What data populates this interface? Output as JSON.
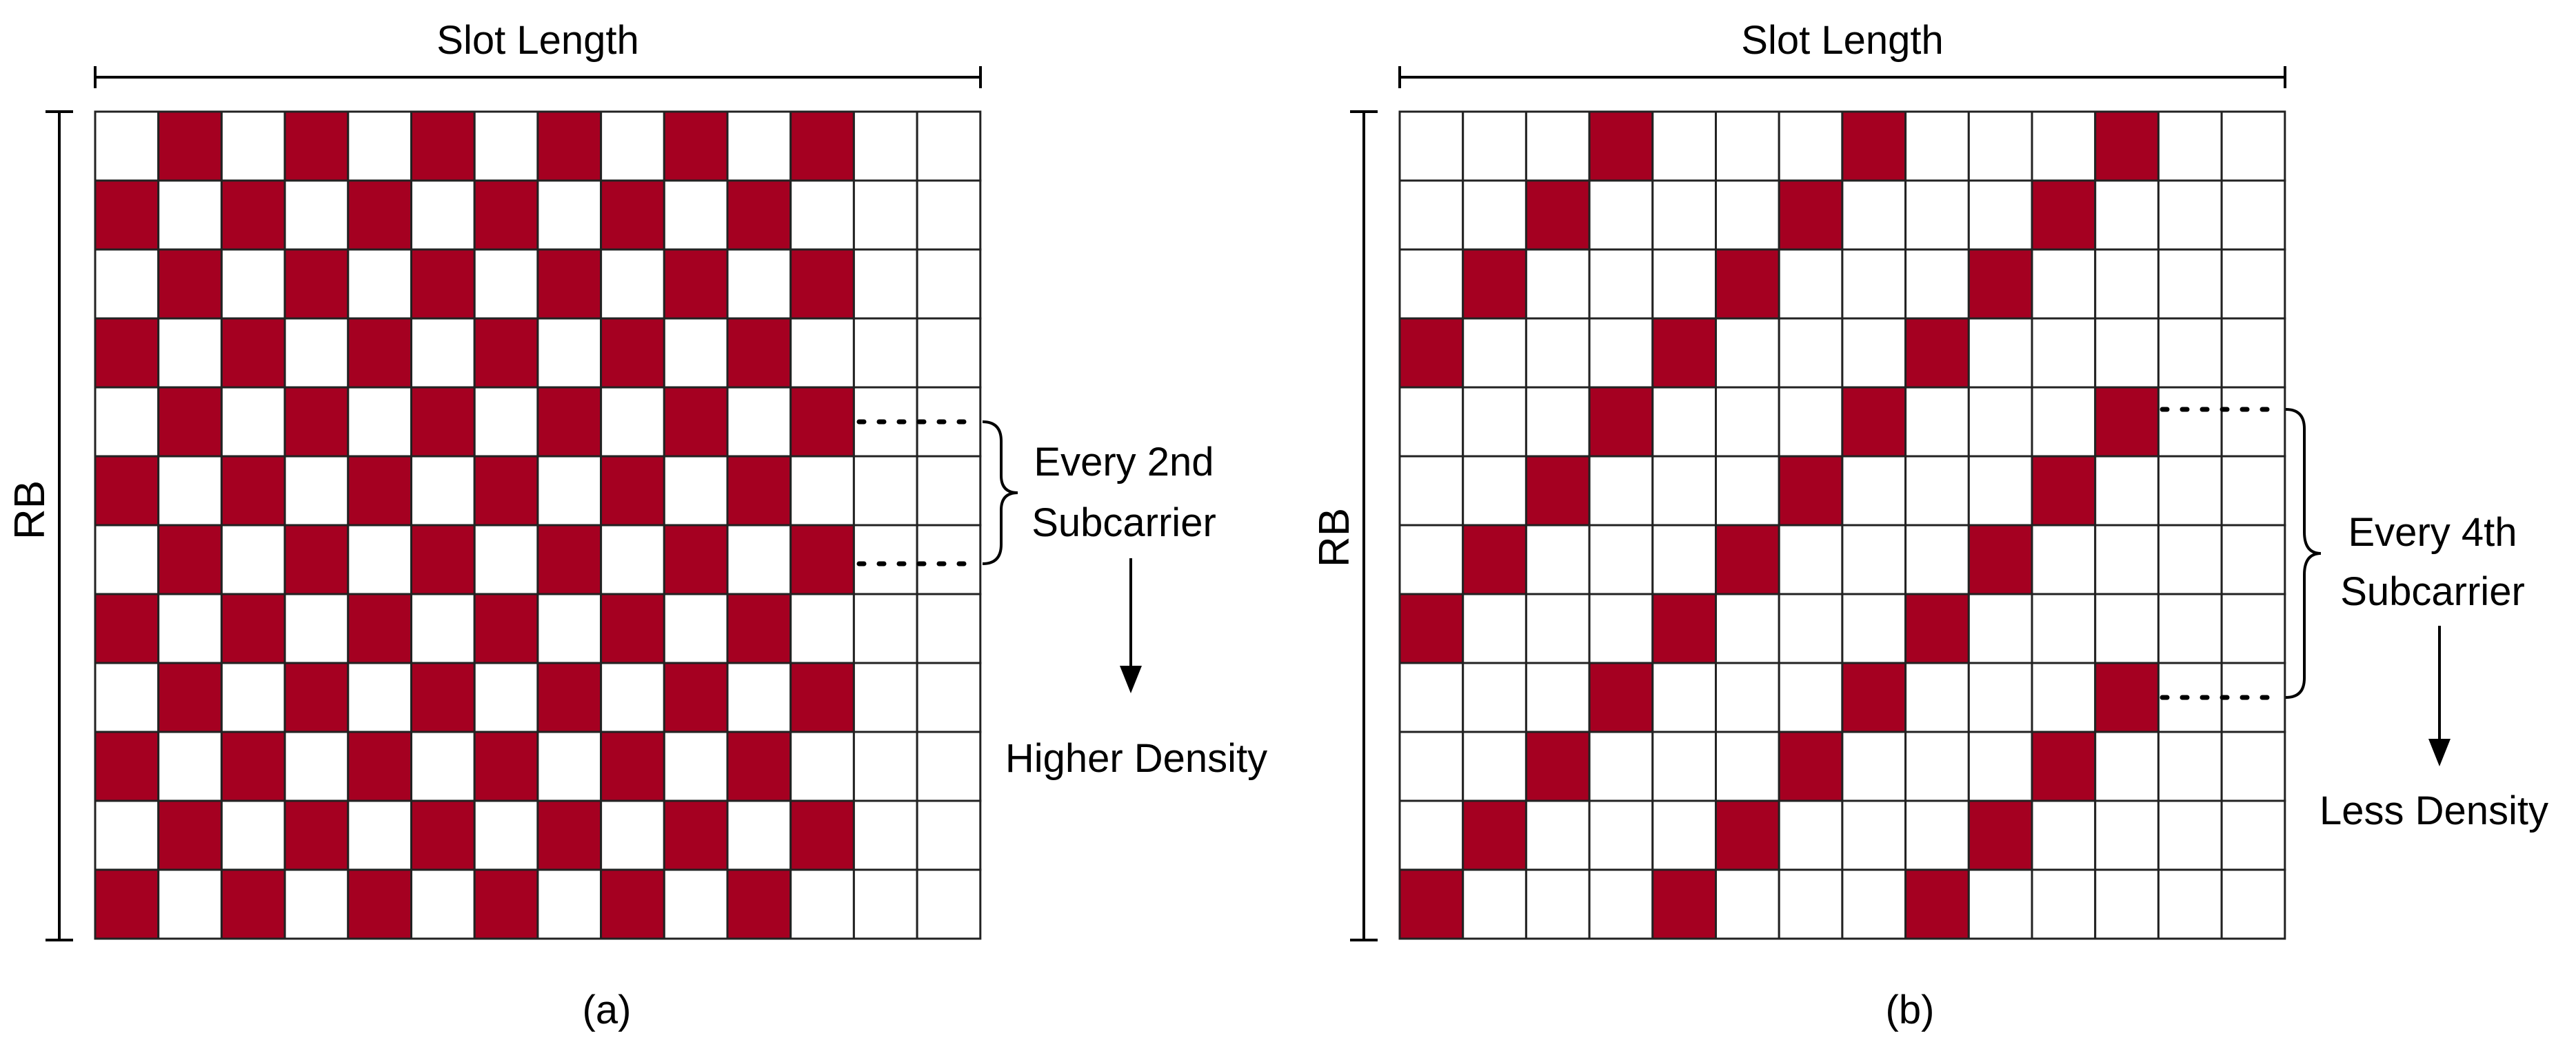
{
  "panels": [
    {
      "id": "a",
      "label": "(a)",
      "top_label": "Slot Length",
      "side_label": "RB",
      "rows": 12,
      "cols": 14,
      "pilot_rule": "row parity checkerboard over first 12 columns",
      "annotation_line1": "Every 2nd",
      "annotation_line2": "Subcarrier",
      "result_label": "Higher Density"
    },
    {
      "id": "b",
      "label": "(b)",
      "top_label": "Slot Length",
      "side_label": "RB",
      "rows": 12,
      "cols": 14,
      "pilot_rule": "every 4th column with diagonal shift",
      "annotation_line1": "Every 4th",
      "annotation_line2": "Subcarrier",
      "result_label": "Less Density"
    }
  ],
  "colors": {
    "pilot": "#a50021",
    "grid": "#222222",
    "empty": "#ffffff"
  }
}
